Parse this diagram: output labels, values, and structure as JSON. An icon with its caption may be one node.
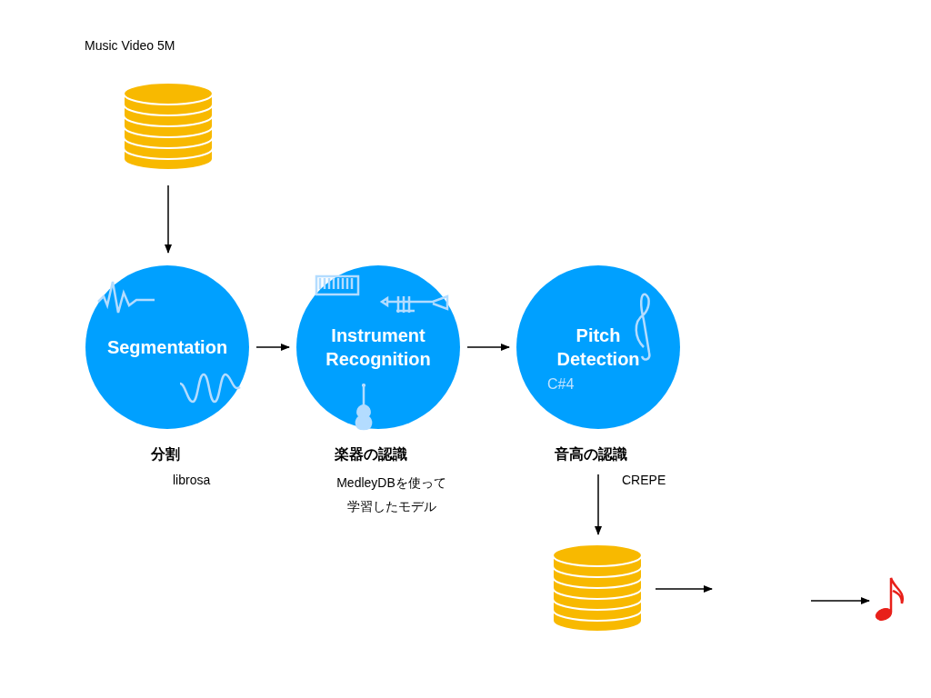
{
  "diagram": {
    "nodes": [
      {
        "text": [],
        "shape": "cylinder",
        "beside": [
          "Music Video 5M"
        ]
      },
      {
        "text": [
          "Segmentation"
        ],
        "beside": [
          "分割",
          "librosa"
        ]
      },
      {
        "text": [
          "Instrument Recognition"
        ],
        "beside": [
          "楽器の認識",
          "MedleyDBを使って学習したモデル"
        ]
      },
      {
        "text": [
          "Pitch Detection",
          "C#4"
        ],
        "beside": [
          "音高の認識",
          "CREPE"
        ]
      },
      {
        "text": [],
        "shape": "cylinder"
      },
      {
        "text": [],
        "shape": "note"
      }
    ],
    "edges": [
      {
        "from": 0,
        "to": 1,
        "arrow": "to"
      },
      {
        "from": 1,
        "to": 2,
        "arrow": "to"
      },
      {
        "from": 2,
        "to": 3,
        "arrow": "to"
      },
      {
        "from": 3,
        "to": 4,
        "arrow": "to"
      },
      {
        "from": 4,
        "to": null,
        "arrow": "to"
      },
      {
        "from": null,
        "to": 5,
        "arrow": "to"
      }
    ]
  }
}
